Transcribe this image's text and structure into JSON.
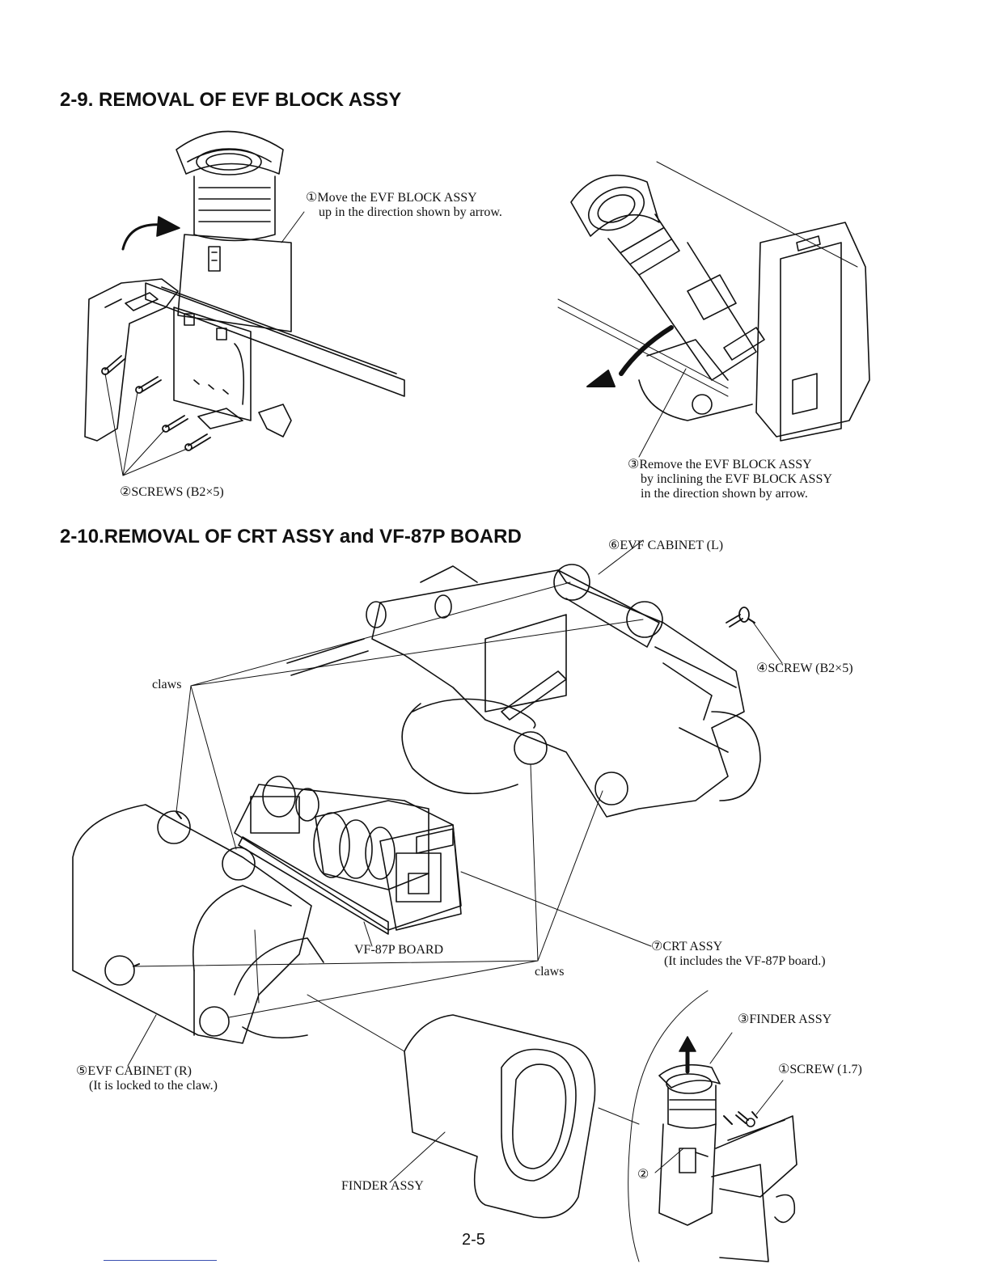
{
  "section_a": {
    "title": "2-9.  REMOVAL OF EVF BLOCK ASSY",
    "step1": {
      "line1": "①Move the EVF BLOCK ASSY",
      "line2": "up in the direction shown by arrow."
    },
    "step2": "②SCREWS (B2×5)",
    "step3": {
      "line1": "③Remove the EVF BLOCK ASSY",
      "line2": "by inclining the EVF BLOCK ASSY",
      "line3": "in the direction shown by arrow."
    }
  },
  "section_b": {
    "title": "2-10.REMOVAL OF CRT ASSY and VF-87P BOARD",
    "evf_cabinet_l": "⑥EVF CABINET (L)",
    "screw_b2x5": "④SCREW (B2×5)",
    "claws_top": "claws",
    "claws_bottom": "claws",
    "vf_board": "VF-87P BOARD",
    "crt_assy": {
      "line1": "⑦CRT ASSY",
      "line2": "(It includes the VF-87P board.)"
    },
    "evf_cabinet_r": {
      "line1": "⑤EVF CABINET (R)",
      "line2": "(It is locked to the claw.)"
    },
    "finder_assy": "FINDER ASSY",
    "inset": {
      "finder_assy": "③FINDER ASSY",
      "screw": "①SCREW (1.7)",
      "step2": "②"
    }
  },
  "page_number": "2-5"
}
